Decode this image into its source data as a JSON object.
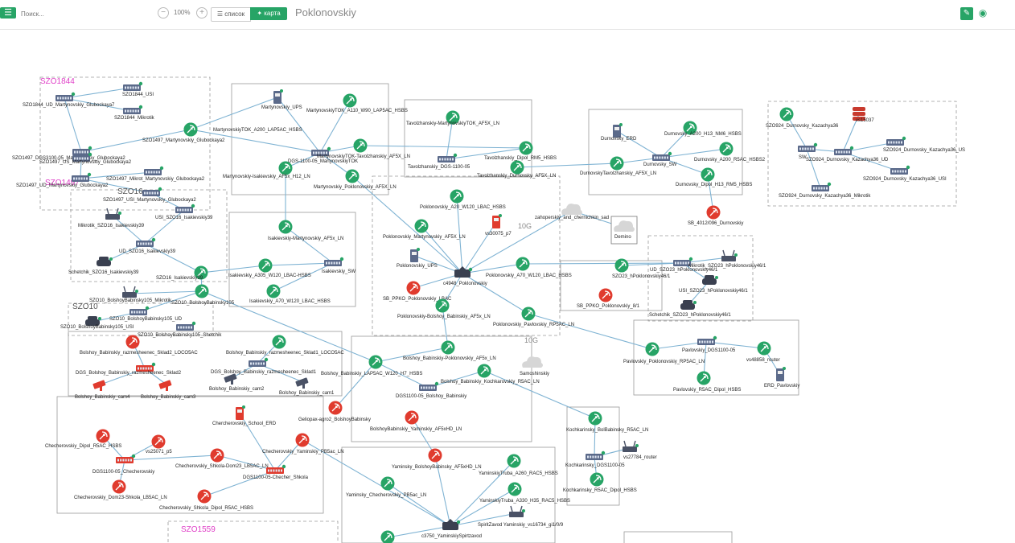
{
  "toolbar": {
    "menu_icon": "menu-icon",
    "search_placeholder": "Поиск...",
    "zoom_level": "100%",
    "view_list": "список",
    "view_map": "карта",
    "title": "Poklonovskiy",
    "edit_icon": "pencil-icon",
    "target_icon": "target-icon"
  },
  "colors": {
    "accent": "#27a466",
    "ok": "#27a466",
    "alarm": "#e03b2e",
    "link": "#7fb3d3",
    "group_label": "#e040c8"
  },
  "groups": [
    "SZO1844",
    "SZO1497",
    "SZO16",
    "SZO10",
    "SZO1559"
  ],
  "link_labels": [
    "10G",
    "10G"
  ],
  "nodes": [
    {
      "id": "n1",
      "label": "SZO1844_USI",
      "type": "switch"
    },
    {
      "id": "n2",
      "label": "SZO1844_UD_Martynovskiy_Glubockaya7",
      "type": "switch"
    },
    {
      "id": "n3",
      "label": "SZO1844_Mikrotik",
      "type": "switch"
    },
    {
      "id": "n4",
      "label": "SZO1497_Martynovskiy_Glubockaya2",
      "type": "wifi"
    },
    {
      "id": "n5",
      "label": "SZO1497_DGS3100-05_Martynovskiy_Glubockaya2",
      "type": "switch"
    },
    {
      "id": "n6",
      "label": "SZO1497_US_Martynovskiy_Glubockaya2",
      "type": "switch"
    },
    {
      "id": "n7",
      "label": "SZO1497_Mikrot_Martynovskiy_Glubockaya2",
      "type": "switch"
    },
    {
      "id": "n8",
      "label": "SZO1497_UD_Martynovskiy_Glubockaya2",
      "type": "switch"
    },
    {
      "id": "n9",
      "label": "SZO1497_USI_Martynovskiy_Glubockaya2",
      "type": "switch"
    },
    {
      "id": "n10",
      "label": "Martynovskiy_UPS",
      "type": "ups"
    },
    {
      "id": "n11",
      "label": "MartynovskiyTOK_A110_W90_LAP5AC_HSBS",
      "type": "wifi"
    },
    {
      "id": "n12",
      "label": "MartynovskiyTOK_A200_LAP5AC_HSBS",
      "type": "wifi"
    },
    {
      "id": "n13",
      "label": "DGS-1100-05_MartynovskiyTOK",
      "type": "switch"
    },
    {
      "id": "n14",
      "label": "MartynovskiyTOK-Tavolzhanskiy_AF5X_LN",
      "type": "wifi"
    },
    {
      "id": "n15",
      "label": "Martynovskiy-Isakievskiy_AF5x_H12_LN",
      "type": "wifi"
    },
    {
      "id": "n16",
      "label": "Martynovskiy_Poklonovskiy_AF5X_LN",
      "type": "wifi"
    },
    {
      "id": "n17",
      "label": "Tavolzhanskiy-MartynovskiyTOK_AF5X_LN",
      "type": "wifi"
    },
    {
      "id": "n18",
      "label": "Tavolzhanskiy_DGS-1100-05",
      "type": "switch"
    },
    {
      "id": "n19",
      "label": "Tavolzhanskiy_Dipol_RM5_HSBS",
      "type": "wifi"
    },
    {
      "id": "n20",
      "label": "Tavolzhanskiy_Durnovsky_AF5X_LN",
      "type": "wifi"
    },
    {
      "id": "n21",
      "label": "Durnovsky_ERD",
      "type": "ups"
    },
    {
      "id": "n22",
      "label": "Durnovsky_A200_H13_NM6_HSBS",
      "type": "wifi"
    },
    {
      "id": "n23",
      "label": "Durnovsky_SW",
      "type": "switch"
    },
    {
      "id": "n24",
      "label": "Durnovsky_A200_R5AC_HSBS2",
      "type": "wifi"
    },
    {
      "id": "n25",
      "label": "DurnovskyTavolzhanskiy_AF5X_LN",
      "type": "wifi"
    },
    {
      "id": "n26",
      "label": "Durnovsky_Dipol_H13_RM5_HSBS",
      "type": "wifi"
    },
    {
      "id": "n27",
      "label": "SB_4012/096_Durnovskiy",
      "type": "alarm"
    },
    {
      "id": "n28",
      "label": "SZO924_Durnovsky_Kazachya36",
      "type": "wifi"
    },
    {
      "id": "n29",
      "label": "vs15037",
      "type": "server"
    },
    {
      "id": "n30",
      "label": "SW",
      "type": "switch"
    },
    {
      "id": "n31",
      "label": "SZO924_Durnovsky_Kazachya36_UD",
      "type": "switch"
    },
    {
      "id": "n32",
      "label": "SZO924_Durnovsky_Kazachya36_US",
      "type": "switch"
    },
    {
      "id": "n33",
      "label": "SZO924_Durnovsky_Kazachya36_USI",
      "type": "switch"
    },
    {
      "id": "n34",
      "label": "SZO924_Durnovsky_Kazachya36_Mikrotik",
      "type": "switch"
    },
    {
      "id": "n35",
      "label": "Mikrotik_SZO16_Isakievskiy39",
      "type": "router"
    },
    {
      "id": "n36",
      "label": "USI_SZO16_Isakievskiy39",
      "type": "switch"
    },
    {
      "id": "n37",
      "label": "UD_SZO16_Isakievskiy39",
      "type": "switch"
    },
    {
      "id": "n38",
      "label": "Schetchik_SZO16_Isakievskiy39",
      "type": "meter"
    },
    {
      "id": "n39",
      "label": "SZO16_Isakievskiy39",
      "type": "wifi"
    },
    {
      "id": "n40",
      "label": "Isakievskiy-Martynovskiy_AF5x_LN",
      "type": "wifi"
    },
    {
      "id": "n41",
      "label": "Isakievskiy_A305_W120_LBAC-HSBS",
      "type": "wifi"
    },
    {
      "id": "n42",
      "label": "Isakievskiy_SW",
      "type": "switch"
    },
    {
      "id": "n43",
      "label": "Isakievskiy_A70_W120_LBAC_HSBS",
      "type": "wifi"
    },
    {
      "id": "n44",
      "label": "Poklonovskiy_A20_W120_LBAC_HSBS",
      "type": "wifi"
    },
    {
      "id": "n45",
      "label": "Poklonovskiy_Martynovskiy_AF5X_LN",
      "type": "wifi"
    },
    {
      "id": "n46",
      "label": "vs30075_p7",
      "type": "ups-red"
    },
    {
      "id": "n47",
      "label": "Poklonovskiy_UPS",
      "type": "ups"
    },
    {
      "id": "n48",
      "label": "c4948_Poklonovskiy",
      "type": "core"
    },
    {
      "id": "n49",
      "label": "Poklonovskiy_A70_W120_LBAC_HSBS",
      "type": "wifi"
    },
    {
      "id": "n50",
      "label": "SB_PPKO_Poklonovskiy_LBAC",
      "type": "alarm"
    },
    {
      "id": "n51",
      "label": "Poklonovskiy-Bolshoy_Babinskiy_AF5x_LN",
      "type": "wifi"
    },
    {
      "id": "n52",
      "label": "Poklonovskiy_Pavlovskiy_RP5AC_LN",
      "type": "wifi"
    },
    {
      "id": "n53",
      "label": "zahoperskiy_and_chernichkin_sad",
      "type": "cloud"
    },
    {
      "id": "n54",
      "label": "Demino",
      "type": "cloud"
    },
    {
      "id": "n55",
      "label": "SZO23_hPoklonovskiy46/1",
      "type": "wifi"
    },
    {
      "id": "n56",
      "label": "UD_SZO23_hPoklonovskiy46/1",
      "type": "switch"
    },
    {
      "id": "n57",
      "label": "Mikrotik_SZO23_hPoklonovskiy46/1",
      "type": "router"
    },
    {
      "id": "n58",
      "label": "USI_SZO23_hPoklonovskiy46/1",
      "type": "meter"
    },
    {
      "id": "n59",
      "label": "SB_PPKO_Poklonovskiy_8/1",
      "type": "alarm"
    },
    {
      "id": "n60",
      "label": "Schetchik_SZO23_hPoklonovskiy46/1",
      "type": "meter"
    },
    {
      "id": "n61",
      "label": "SZO10_BolshoyBabinsky105_Mikrotik",
      "type": "router"
    },
    {
      "id": "n62",
      "label": "SZO10_BolshoyBabinsky105",
      "type": "wifi"
    },
    {
      "id": "n63",
      "label": "SZO10_BolshoyBabinsky105_UD",
      "type": "switch"
    },
    {
      "id": "n64",
      "label": "SZO10_BolshoyBabinsky105_USI",
      "type": "meter"
    },
    {
      "id": "n65",
      "label": "SZO10_BolshoyBabinsky105_Shetchik",
      "type": "switch"
    },
    {
      "id": "n66",
      "label": "Bolshoy_Babinskiy_razmesheenec_Sklad2_LOCO5AC",
      "type": "alarm"
    },
    {
      "id": "n67",
      "label": "Bolshoy_Babinskiy_razmesheenec_Sklad1_LOCO5AC",
      "type": "wifi"
    },
    {
      "id": "n68",
      "label": "DGS_Bolshoy_Babinskiy_razmesheenec_Sklad2",
      "type": "switch-red"
    },
    {
      "id": "n69",
      "label": "DGS_Bolshoy_Babinskiy_razmesheenec_Sklad1",
      "type": "switch"
    },
    {
      "id": "n70",
      "label": "Bolshoy_Babinskiy_cam4",
      "type": "camera"
    },
    {
      "id": "n71",
      "label": "Bolshoy_Babinskiy_cam3",
      "type": "camera"
    },
    {
      "id": "n72",
      "label": "Bolshoy_Babinskiy_cam2",
      "type": "camera-dark"
    },
    {
      "id": "n73",
      "label": "Bolshoy_Babinskiy_cam1",
      "type": "camera-dark"
    },
    {
      "id": "n74",
      "label": "Bolshoy_Babinskiy_LAP5AC_W120_H7_HSBS",
      "type": "wifi"
    },
    {
      "id": "n75",
      "label": "Bolshoy_Babinskiy-Poklonovskiy_AF5x_LN",
      "type": "wifi"
    },
    {
      "id": "n76",
      "label": "Bolshoy_Babinskiy_Kochkarovskiy_R5AC_LN",
      "type": "wifi"
    },
    {
      "id": "n77",
      "label": "DGS1100-05_Bolshoy_Babinskiy",
      "type": "switch"
    },
    {
      "id": "n78",
      "label": "Samoshinskiy",
      "type": "cloud"
    },
    {
      "id": "n79",
      "label": "Geliopax-agro2_BolshoyBabinsky",
      "type": "alarm"
    },
    {
      "id": "n80",
      "label": "BolshoyBabinskiy_Yaminskiy_AF5xHD_LN",
      "type": "alarm"
    },
    {
      "id": "n81",
      "label": "Pavlovskiy_Poklonovskiy_RP5AC_LN",
      "type": "wifi"
    },
    {
      "id": "n82",
      "label": "Pavlovskiy_DGS1100-05",
      "type": "switch"
    },
    {
      "id": "n83",
      "label": "vs48858_router",
      "type": "wifi"
    },
    {
      "id": "n84",
      "label": "Pavlovskiy_R5AC_Dipol_HSBS",
      "type": "wifi"
    },
    {
      "id": "n85",
      "label": "ERD_Pavlovskiy",
      "type": "ups"
    },
    {
      "id": "n86",
      "label": "Chercherovskiy_School_ERD",
      "type": "ups-red"
    },
    {
      "id": "n87",
      "label": "Checherovskiy_Dipol_R5AC_HSBS",
      "type": "alarm"
    },
    {
      "id": "n88",
      "label": "vs25071_p5",
      "type": "alarm"
    },
    {
      "id": "n89",
      "label": "DGS1100-05_Checherovskiy",
      "type": "switch-red"
    },
    {
      "id": "n90",
      "label": "Checherovskiy_Shkola-Dom23_LB5AC_LN",
      "type": "alarm"
    },
    {
      "id": "n91",
      "label": "Checherovskiy_Yaminskiy_PB5ac_LN",
      "type": "alarm"
    },
    {
      "id": "n92",
      "label": "Checherovskiy_Dom23-Shkola_LB5AC_LN",
      "type": "alarm"
    },
    {
      "id": "n93",
      "label": "Checherovskiy_Shkola_Dipol_R5AC_HSBS",
      "type": "alarm"
    },
    {
      "id": "n94",
      "label": "DGS1100-05-Checher_Shkola",
      "type": "switch-red"
    },
    {
      "id": "n95",
      "label": "Kochkarinsky_BolBabinsky_R5AC_LN",
      "type": "wifi"
    },
    {
      "id": "n96",
      "label": "vs27784_router",
      "type": "router"
    },
    {
      "id": "n97",
      "label": "Kochkarinsky_DGS1100-05",
      "type": "switch"
    },
    {
      "id": "n98",
      "label": "Kochkarinsky_R5AC_Dipol_HSBS",
      "type": "wifi"
    },
    {
      "id": "n99",
      "label": "Yaminsky_BolshoyBabinsky_AF5xHD_LN",
      "type": "alarm"
    },
    {
      "id": "n100",
      "label": "YaminskiyTruba_A260_RAC5_HSBS",
      "type": "wifi"
    },
    {
      "id": "n101",
      "label": "Yaminsky_Checherovskiy_PB5ac_LN",
      "type": "wifi"
    },
    {
      "id": "n102",
      "label": "YaminskiyTruba_A330_H35_RAC5_HSBS",
      "type": "wifi"
    },
    {
      "id": "n103",
      "label": "SpiritZavod Yaminskiy_vs16734_gi1/0/9",
      "type": "router"
    },
    {
      "id": "n104",
      "label": "c3750_YaminskiySpirtzavod",
      "type": "core"
    }
  ]
}
